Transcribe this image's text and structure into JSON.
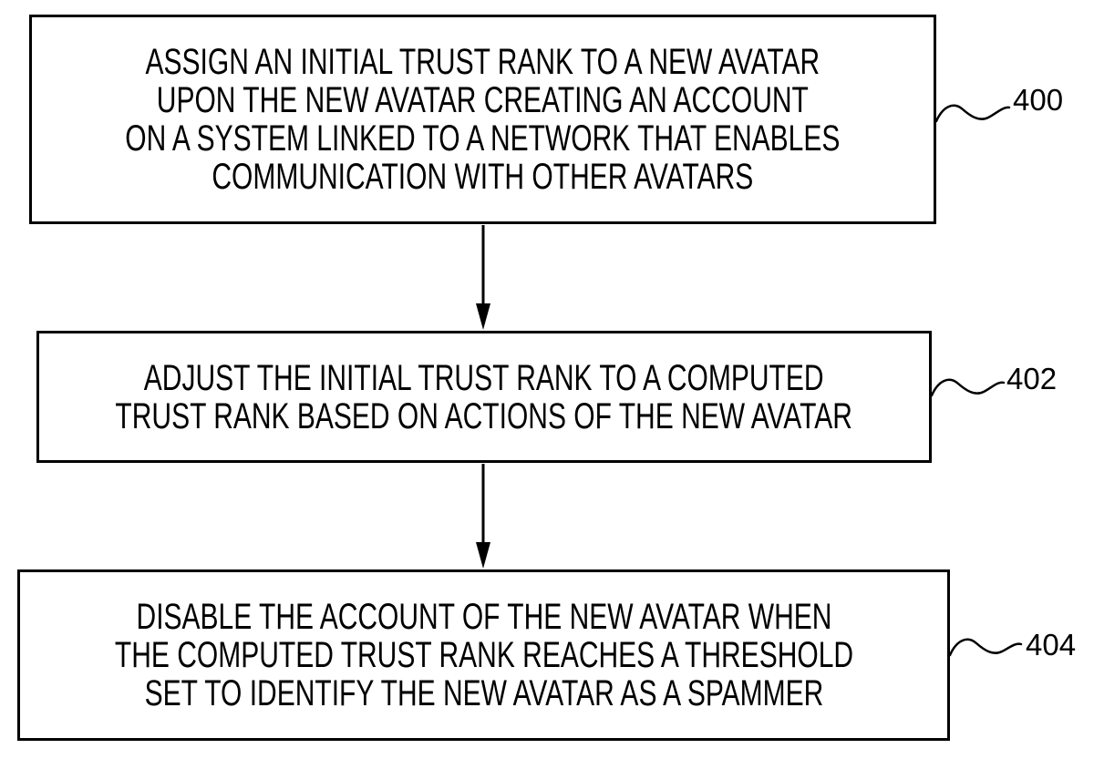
{
  "figure": {
    "type": "flowchart",
    "background_color": "#ffffff",
    "line_color": "#000000",
    "steps": [
      {
        "ref": "400",
        "text": "ASSIGN AN INITIAL TRUST RANK TO A NEW AVATAR\nUPON THE NEW AVATAR CREATING AN ACCOUNT\nON A SYSTEM LINKED TO A NETWORK THAT ENABLES\nCOMMUNICATION WITH OTHER AVATARS"
      },
      {
        "ref": "402",
        "text": "ADJUST THE INITIAL TRUST RANK TO A COMPUTED\nTRUST RANK BASED ON ACTIONS OF THE NEW AVATAR"
      },
      {
        "ref": "404",
        "text": "DISABLE THE ACCOUNT OF THE NEW AVATAR WHEN\nTHE COMPUTED TRUST RANK REACHES A THRESHOLD\nSET TO IDENTIFY THE NEW AVATAR AS A SPAMMER"
      }
    ]
  }
}
